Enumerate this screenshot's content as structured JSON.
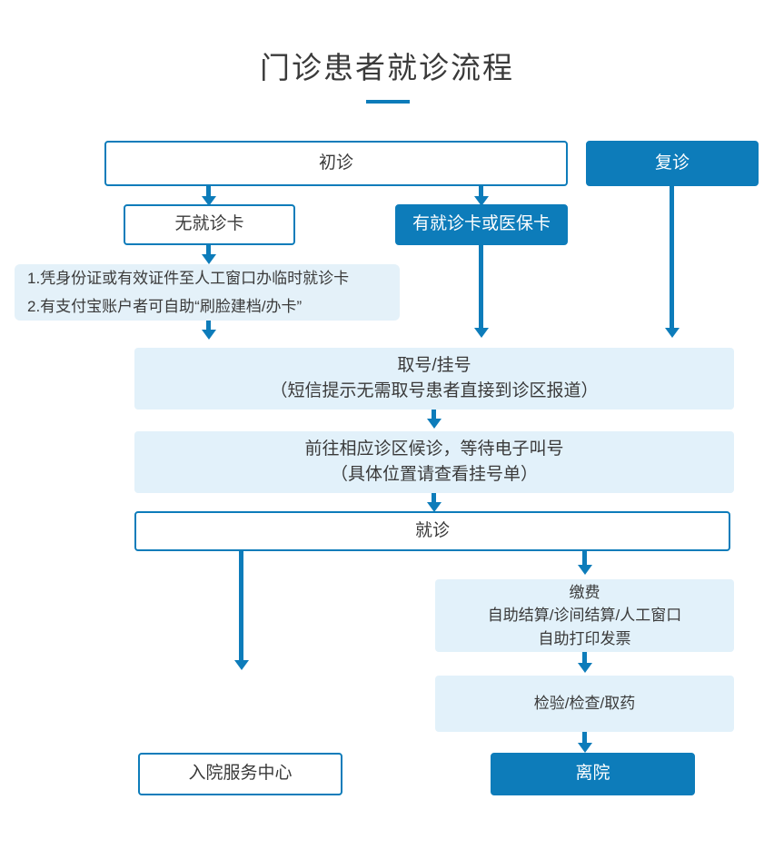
{
  "page": {
    "title": "门诊患者就诊流程",
    "accent_color": "#0d7cba",
    "soft_fill_color": "#e2f1fa",
    "note_fill_color": "#e4f1f9",
    "background_color": "#ffffff"
  },
  "nodes": {
    "first_visit": {
      "label": "初诊",
      "style": "outline"
    },
    "return_visit": {
      "label": "复诊",
      "style": "filled"
    },
    "no_card": {
      "label": "无就诊卡",
      "style": "outline"
    },
    "has_card": {
      "label": "有就诊卡或医保卡",
      "style": "filled"
    },
    "note": {
      "style": "note",
      "line1": "1.凭身份证或有效证件至人工窗口办临时就诊卡",
      "line2": "2.有支付宝账户者可自助“刷脸建档/办卡”"
    },
    "registration": {
      "style": "soft",
      "line1": "取号/挂号",
      "line2": "（短信提示无需取号患者直接到诊区报道）"
    },
    "waiting": {
      "style": "soft",
      "line1": "前往相应诊区候诊，等待电子叫号",
      "line2": "（具体位置请查看挂号单）"
    },
    "consultation": {
      "label": "就诊",
      "style": "outline"
    },
    "payment": {
      "style": "soft",
      "line1": "缴费",
      "line2": "自助结算/诊间结算/人工窗口",
      "line3": "自助打印发票"
    },
    "exam": {
      "label": "检验/检查/取药",
      "style": "soft"
    },
    "admission_center": {
      "label": "入院服务中心",
      "style": "outline"
    },
    "discharge": {
      "label": "离院",
      "style": "filled"
    }
  }
}
